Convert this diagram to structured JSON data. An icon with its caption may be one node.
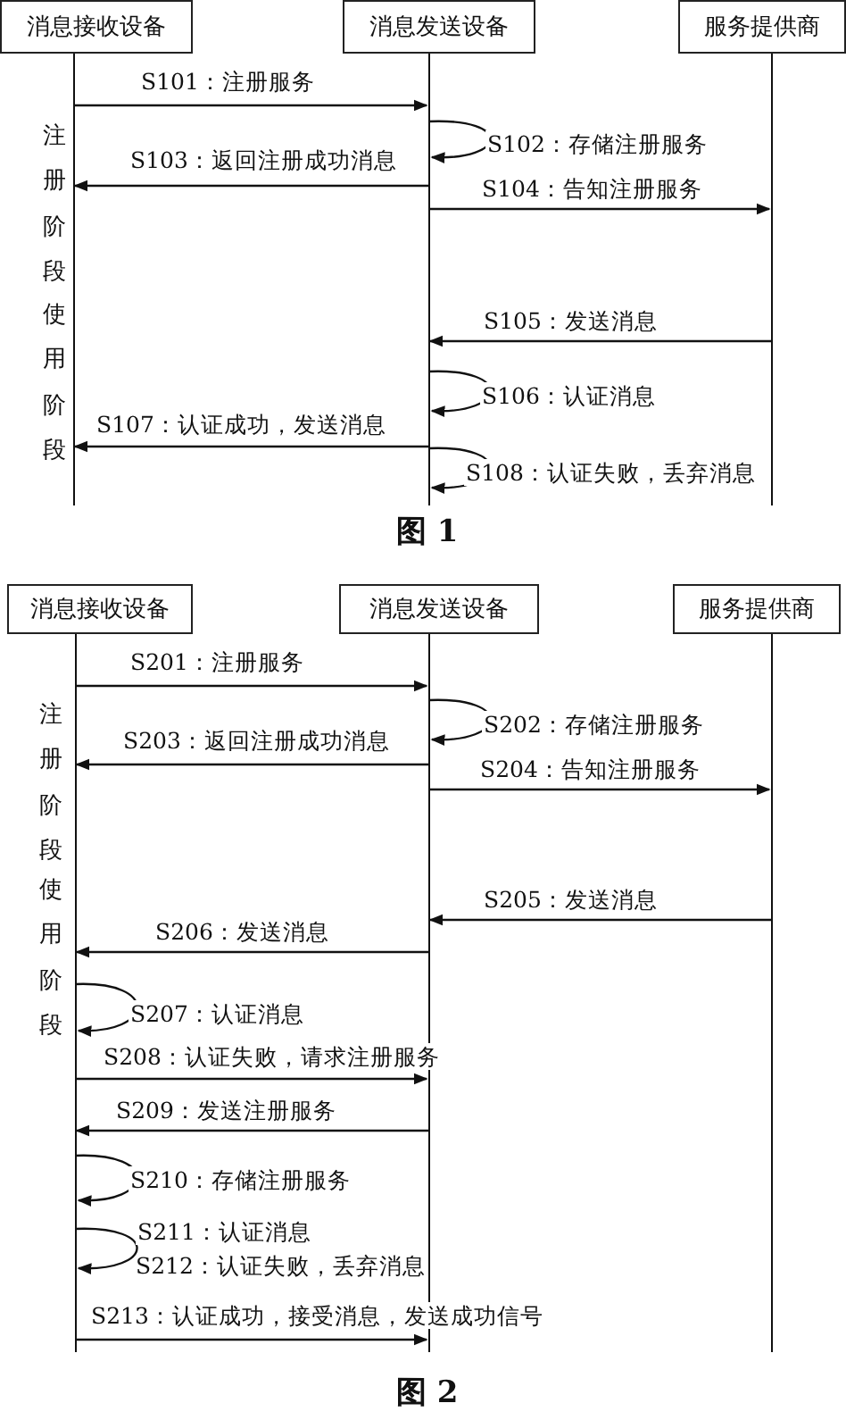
{
  "diagram": {
    "nodes": [
      {
        "text": [
          "消息接收设备"
        ]
      },
      {
        "text": [
          "消息发送设备"
        ]
      },
      {
        "text": [
          "服务提供商"
        ]
      },
      {
        "text": [
          "消息接收设备"
        ]
      },
      {
        "text": [
          "消息发送设备"
        ]
      },
      {
        "text": [
          "服务提供商"
        ]
      }
    ],
    "edges": [
      {
        "from": 0,
        "to": 1,
        "arrow": "to",
        "label": "S101：注册服务"
      },
      {
        "from": 1,
        "to": 1,
        "arrow": "to",
        "label": "S102：存储注册服务"
      },
      {
        "from": 1,
        "to": 0,
        "arrow": "to",
        "label": "S103：返回注册成功消息"
      },
      {
        "from": 1,
        "to": 2,
        "arrow": "to",
        "label": "S104：告知注册服务"
      },
      {
        "from": 2,
        "to": 1,
        "arrow": "to",
        "label": "S105：发送消息"
      },
      {
        "from": 1,
        "to": 1,
        "arrow": "to",
        "label": "S106：认证消息"
      },
      {
        "from": 1,
        "to": 0,
        "arrow": "to",
        "label": "S107：认证成功，发送消息"
      },
      {
        "from": 1,
        "to": 1,
        "arrow": "to",
        "label": "S108：认证失败，丢弃消息"
      },
      {
        "from": 3,
        "to": 4,
        "arrow": "to",
        "label": "S201：注册服务"
      },
      {
        "from": 4,
        "to": 4,
        "arrow": "to",
        "label": "S202：存储注册服务"
      },
      {
        "from": 4,
        "to": 3,
        "arrow": "to",
        "label": "S203：返回注册成功消息"
      },
      {
        "from": 4,
        "to": 5,
        "arrow": "to",
        "label": "S204：告知注册服务"
      },
      {
        "from": 5,
        "to": 4,
        "arrow": "to",
        "label": "S205：发送消息"
      },
      {
        "from": 4,
        "to": 3,
        "arrow": "to",
        "label": "S206：发送消息"
      },
      {
        "from": 3,
        "to": 3,
        "arrow": "to",
        "label": "S207：认证消息"
      },
      {
        "from": 3,
        "to": 4,
        "arrow": "to",
        "label": "S208：认证失败，请求注册服务"
      },
      {
        "from": 4,
        "to": 3,
        "arrow": "to",
        "label": "S209：发送注册服务"
      },
      {
        "from": 3,
        "to": 3,
        "arrow": "to",
        "label": "S210：存储注册服务"
      },
      {
        "from": 3,
        "to": 3,
        "arrow": "to",
        "label": "S211：认证消息"
      },
      {
        "from": 3,
        "to": 4,
        "arrow": "to",
        "label": "S213：认证成功，接受消息，发送成功信号"
      }
    ],
    "labels": [
      "注册阶段",
      "使用阶段",
      "图 1",
      "注册阶段",
      "使用阶段",
      "S212：认证失败，丢弃消息",
      "图 2"
    ]
  }
}
